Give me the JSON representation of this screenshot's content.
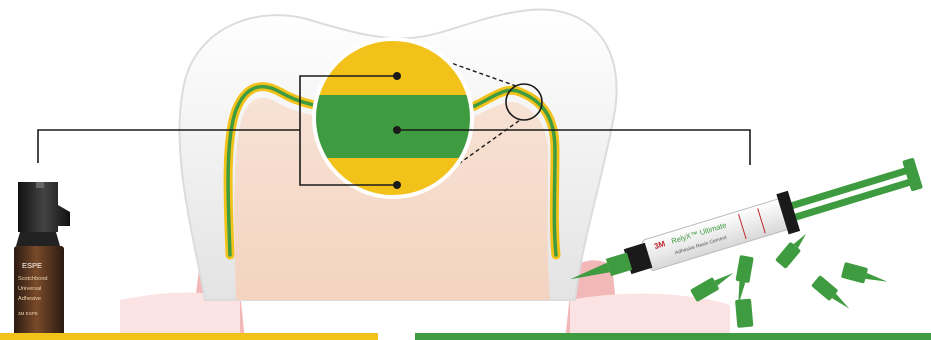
{
  "colors": {
    "adhesive_layer": "#f3c21a",
    "cement_layer": "#3f9b3f",
    "tooth_enamel": "#ececec",
    "dentin": "#f6d9c7",
    "gum": "#f2b3b3",
    "leader_line": "#1a1a1a",
    "bottom_bar_yellow": "#f3c21a",
    "bottom_bar_green": "#3f9b3f"
  },
  "products": {
    "bottle": {
      "brand": "ESPE",
      "label_line1": "Scotchbond",
      "label_line2": "Universal",
      "label_line3": "Adhesive",
      "label_line4": "3M ESPE"
    },
    "syringe": {
      "brand": "3M",
      "label_line1": "RelyX™ Ultimate",
      "label_line2": "Adhesive Resin Cement"
    }
  },
  "icons": {
    "bottle": "adhesive-bottle-icon",
    "syringe": "cement-syringe-icon",
    "tip": "mixing-tip-icon"
  }
}
